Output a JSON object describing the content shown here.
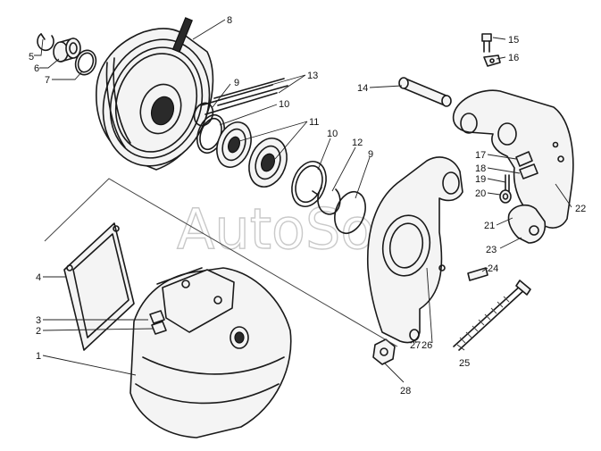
{
  "watermark": "AutoSoft",
  "callouts": [
    {
      "id": "c1",
      "text": "1"
    },
    {
      "id": "c2",
      "text": "2"
    },
    {
      "id": "c3",
      "text": "3"
    },
    {
      "id": "c4",
      "text": "4"
    },
    {
      "id": "c5",
      "text": "5"
    },
    {
      "id": "c6",
      "text": "6"
    },
    {
      "id": "c7",
      "text": "7"
    },
    {
      "id": "c8",
      "text": "8"
    },
    {
      "id": "c9a",
      "text": "9"
    },
    {
      "id": "c9b",
      "text": "9"
    },
    {
      "id": "c10a",
      "text": "10"
    },
    {
      "id": "c10b",
      "text": "10"
    },
    {
      "id": "c11",
      "text": "11"
    },
    {
      "id": "c12",
      "text": "12"
    },
    {
      "id": "c13",
      "text": "13"
    },
    {
      "id": "c14",
      "text": "14"
    },
    {
      "id": "c15",
      "text": "15"
    },
    {
      "id": "c16",
      "text": "16"
    },
    {
      "id": "c17",
      "text": "17"
    },
    {
      "id": "c18",
      "text": "18"
    },
    {
      "id": "c19",
      "text": "19"
    },
    {
      "id": "c20",
      "text": "20"
    },
    {
      "id": "c21",
      "text": "21"
    },
    {
      "id": "c22",
      "text": "22"
    },
    {
      "id": "c23",
      "text": "23"
    },
    {
      "id": "c24",
      "text": "24"
    },
    {
      "id": "c25",
      "text": "25"
    },
    {
      "id": "c26",
      "text": "26"
    },
    {
      "id": "c27",
      "text": "27"
    },
    {
      "id": "c28",
      "text": "28"
    }
  ]
}
